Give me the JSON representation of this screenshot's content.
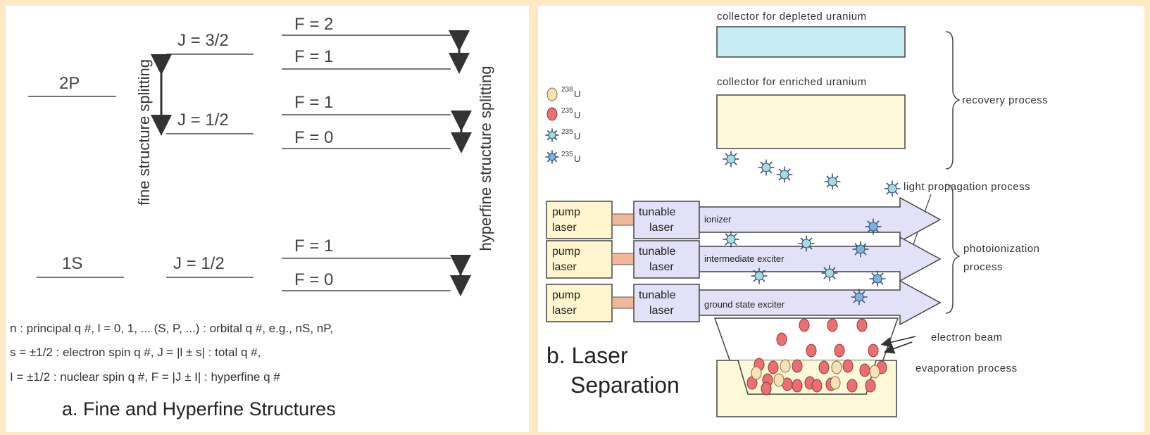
{
  "panel_a": {
    "term_2p": "2P",
    "term_1s": "1S",
    "j_3_2": "J = 3/2",
    "j_1_2_upper": "J = 1/2",
    "j_1_2_lower": "J = 1/2",
    "f_2": "F = 2",
    "f_1_a": "F = 1",
    "f_1_b": "F = 1",
    "f_0_a": "F = 0",
    "f_1_c": "F = 1",
    "f_0_b": "F = 0",
    "fine_label": "fine structure splitting",
    "hyperfine_label": "hyperfine structure splitting",
    "note_line1": "n : principal q #,  l = 0, 1, ... (S, P, ...) : orbital q #, e.g., nS, nP,",
    "note_line2": "s = ±1/2 : electron spin q #,  J = |l ± s| : total q #,",
    "note_line3": "I = ±1/2 : nuclear spin q #,   F = |J ± I| : hyperfine q #",
    "caption": "a. Fine and Hyperfine Structures"
  },
  "panel_b": {
    "collector_depleted": "collector for depleted uranium",
    "collector_enriched": "collector for enriched uranium",
    "recovery": "recovery process",
    "light_propagation": "light propagation process",
    "photoionization_1": "photoionization",
    "photoionization_2": "process",
    "electron_beam": "electron beam",
    "evaporation": "evaporation process",
    "caption_1": "b. Laser",
    "caption_2": "Separation",
    "legend": [
      {
        "mass": "238",
        "el": "U"
      },
      {
        "mass": "235",
        "el": "U"
      },
      {
        "mass": "235",
        "el": "U"
      },
      {
        "mass": "235",
        "el": "U"
      }
    ],
    "rows": [
      {
        "pump_1": "pump",
        "pump_2": "laser",
        "tune_1": "tunable",
        "tune_2": "laser",
        "beam": "ionizer"
      },
      {
        "pump_1": "pump",
        "pump_2": "laser",
        "tune_1": "tunable",
        "tune_2": "laser",
        "beam": "intermediate exciter"
      },
      {
        "pump_1": "pump",
        "pump_2": "laser",
        "tune_1": "tunable",
        "tune_2": "laser",
        "beam": "ground state exciter"
      }
    ],
    "colors": {
      "depleted_collector": "#c6ebf3",
      "enriched_collector": "#fdf8d8",
      "u238": "#f5e2b8",
      "u235": "#ea6f73",
      "excited": "#a8d8e0",
      "ionized": "#7fb1e0"
    }
  }
}
